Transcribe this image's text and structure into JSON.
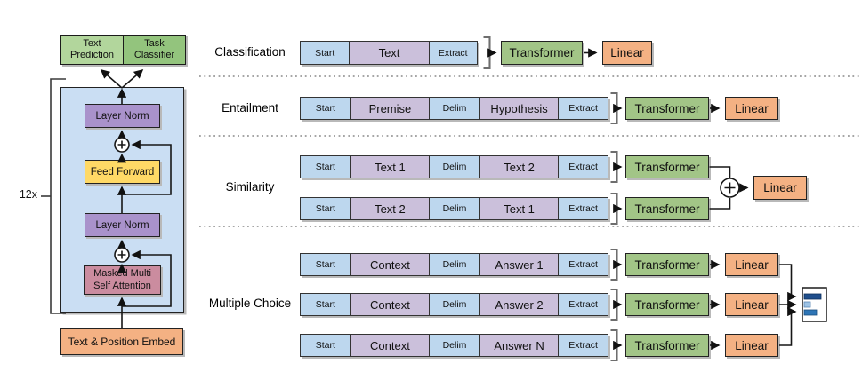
{
  "figure": "transformer-task-diagram",
  "colors": {
    "token_blue": "#BDD7EE",
    "token_lavender": "#CBC0DB",
    "transformer_green": "#A2C587",
    "linear_orange": "#F4B183",
    "head_green_light": "#B2D69C",
    "head_green_dark": "#93C47D",
    "container_blue": "#CADEF3",
    "layer_norm_purple": "#A992CB",
    "feed_forward_yellow": "#FFD966",
    "attention_pink": "#CB8C9F",
    "embed_orange": "#F4B183",
    "score_bar_dark": "#1F4E8C",
    "score_bar_light": "#9DC3E6",
    "score_bar_mid": "#2E75B6"
  },
  "icons": {
    "add_operator": "plus-circle-icon",
    "score_output": "bar-chart-icon"
  },
  "architecture": {
    "repeat_label": "12x",
    "text_prediction": "Text\nPrediction",
    "task_classifier": "Task\nClassifier",
    "layer_norm_top": "Layer Norm",
    "feed_forward": "Feed Forward",
    "layer_norm_bottom": "Layer Norm",
    "attention": "Masked Multi\nSelf Attention",
    "embed": "Text & Position Embed"
  },
  "tasks": {
    "classification": {
      "label": "Classification",
      "tokens": [
        "Start",
        "Text",
        "Extract"
      ],
      "transformer": "Transformer",
      "linear": "Linear"
    },
    "entailment": {
      "label": "Entailment",
      "tokens": [
        "Start",
        "Premise",
        "Delim",
        "Hypothesis",
        "Extract"
      ],
      "transformer": "Transformer",
      "linear": "Linear"
    },
    "similarity": {
      "label": "Similarity",
      "rows": [
        {
          "tokens": [
            "Start",
            "Text 1",
            "Delim",
            "Text 2",
            "Extract"
          ],
          "transformer": "Transformer"
        },
        {
          "tokens": [
            "Start",
            "Text 2",
            "Delim",
            "Text 1",
            "Extract"
          ],
          "transformer": "Transformer"
        }
      ],
      "linear": "Linear"
    },
    "multiple_choice": {
      "label": "Multiple Choice",
      "rows": [
        {
          "tokens": [
            "Start",
            "Context",
            "Delim",
            "Answer 1",
            "Extract"
          ],
          "transformer": "Transformer",
          "linear": "Linear"
        },
        {
          "tokens": [
            "Start",
            "Context",
            "Delim",
            "Answer 2",
            "Extract"
          ],
          "transformer": "Transformer",
          "linear": "Linear"
        },
        {
          "tokens": [
            "Start",
            "Context",
            "Delim",
            "Answer N",
            "Extract"
          ],
          "transformer": "Transformer",
          "linear": "Linear"
        }
      ]
    }
  }
}
